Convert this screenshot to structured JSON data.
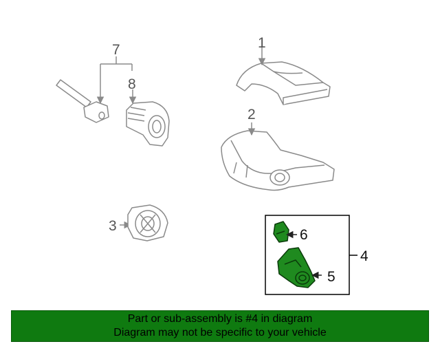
{
  "callouts": {
    "c1": "1",
    "c2": "2",
    "c3": "3",
    "c4": "4",
    "c5": "5",
    "c6": "6",
    "c7": "7",
    "c8": "8"
  },
  "banner": {
    "line1": "Part or sub-assembly is #4 in diagram",
    "line2": "Diagram may not be specific to your vehicle"
  },
  "colors": {
    "highlight": "#1f8a1f",
    "banner_bg": "#0f7a10",
    "line": "#8a8a8a"
  }
}
